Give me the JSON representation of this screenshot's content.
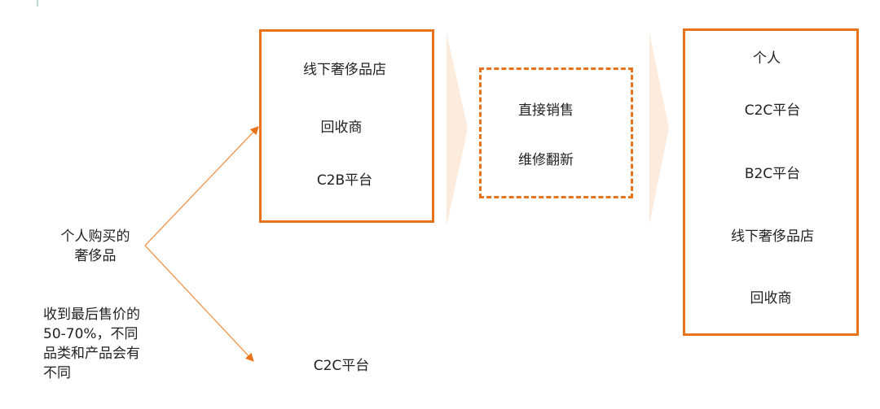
{
  "source": {
    "line1": "个人购买的",
    "line2": "奢侈品"
  },
  "note": {
    "lines": [
      "收到最后售价的",
      "50-70%，不同",
      "品类和产品会有",
      "不同"
    ]
  },
  "buyers_box": {
    "items": [
      "线下奢侈品店",
      "回收商",
      "C2B平台"
    ]
  },
  "c2c_direct": "C2C平台",
  "processing_box": {
    "items": [
      "直接销售",
      "维修翻新"
    ]
  },
  "channels_box": {
    "items": [
      "个人",
      "C2C平台",
      "B2C平台",
      "线下奢侈品店",
      "回收商"
    ]
  },
  "colors": {
    "accent": "#E8731A",
    "chevron": "#FDEBDD"
  }
}
